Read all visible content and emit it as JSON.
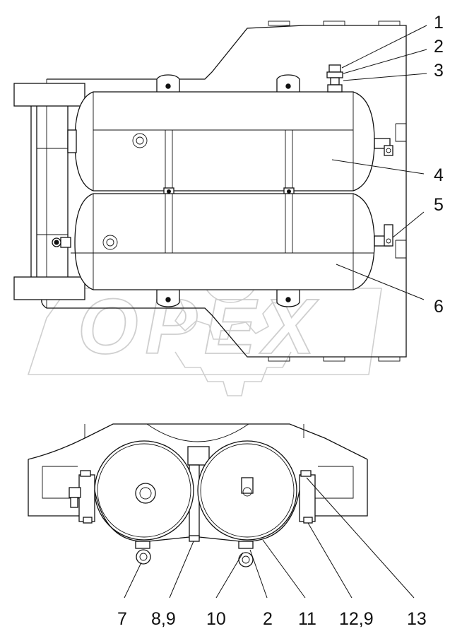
{
  "callouts_top": [
    {
      "id": "c1",
      "label": "1"
    },
    {
      "id": "c2",
      "label": "2"
    },
    {
      "id": "c3",
      "label": "3"
    },
    {
      "id": "c4",
      "label": "4"
    },
    {
      "id": "c5",
      "label": "5"
    },
    {
      "id": "c6",
      "label": "6"
    }
  ],
  "callouts_bottom": [
    {
      "id": "b7",
      "label": "7"
    },
    {
      "id": "b89",
      "label": "8,9"
    },
    {
      "id": "b10",
      "label": "10"
    },
    {
      "id": "b2",
      "label": "2"
    },
    {
      "id": "b11",
      "label": "11"
    },
    {
      "id": "b129",
      "label": "12,9"
    },
    {
      "id": "b13",
      "label": "13"
    }
  ],
  "watermark": {
    "text": "OPEX"
  }
}
